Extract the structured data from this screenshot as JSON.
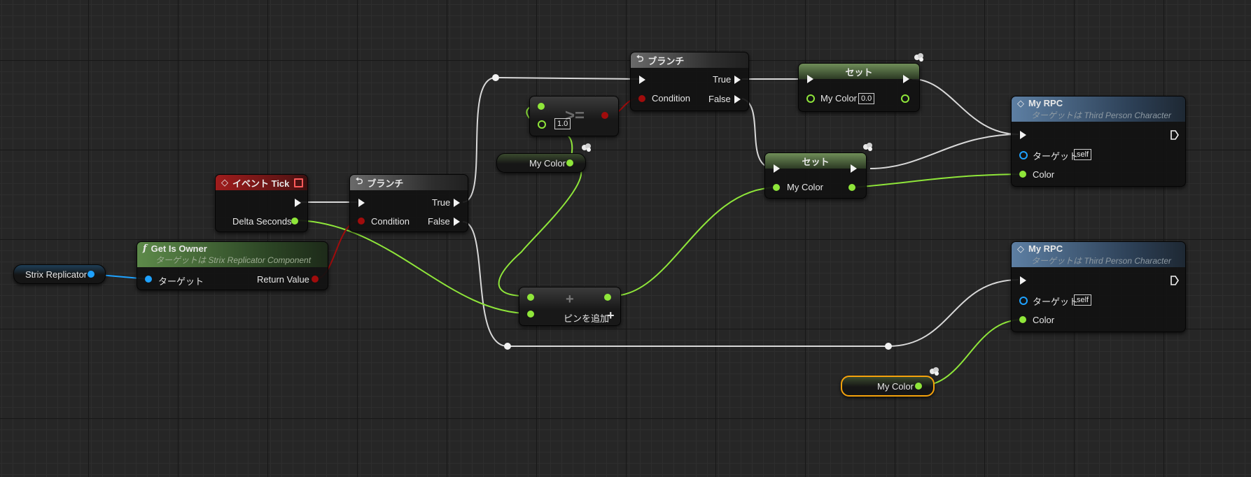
{
  "graph": {
    "event_tick": {
      "title": "イベント Tick",
      "delta_label": "Delta Seconds"
    },
    "strix_var": {
      "label": "Strix Replicator"
    },
    "get_is_owner": {
      "title": "Get Is Owner",
      "subtitle": "ターゲットは Strix Replicator Component",
      "target_label": "ターゲット",
      "return_label": "Return Value"
    },
    "branch1": {
      "title": "ブランチ",
      "condition_label": "Condition",
      "true_label": "True",
      "false_label": "False"
    },
    "branch2": {
      "title": "ブランチ",
      "condition_label": "Condition",
      "true_label": "True",
      "false_label": "False"
    },
    "compare": {
      "symbol": ">=",
      "value": "1.0"
    },
    "my_color_var1": {
      "label": "My Color"
    },
    "set1": {
      "title": "セット",
      "pin_label": "My Color",
      "value": "0.0"
    },
    "set2": {
      "title": "セット",
      "pin_label": "My Color"
    },
    "add": {
      "symbol": "+",
      "add_pin_label": "ピンを追加",
      "add_pin_icon": "+"
    },
    "rpc1": {
      "title": "My RPC",
      "subtitle": "ターゲットは Third Person Character",
      "target_label": "ターゲット",
      "self_label": "self",
      "color_label": "Color"
    },
    "rpc2": {
      "title": "My RPC",
      "subtitle": "ターゲットは Third Person Character",
      "target_label": "ターゲット",
      "self_label": "self",
      "color_label": "Color"
    },
    "my_color_var2": {
      "label": "My Color"
    }
  },
  "colors": {
    "exec_wire": "#d8d8d8",
    "float_wire": "#8fe63a",
    "bool_wire": "#a00c0c",
    "object_wire": "#1ea2ff",
    "selection": "#f5a20c"
  }
}
